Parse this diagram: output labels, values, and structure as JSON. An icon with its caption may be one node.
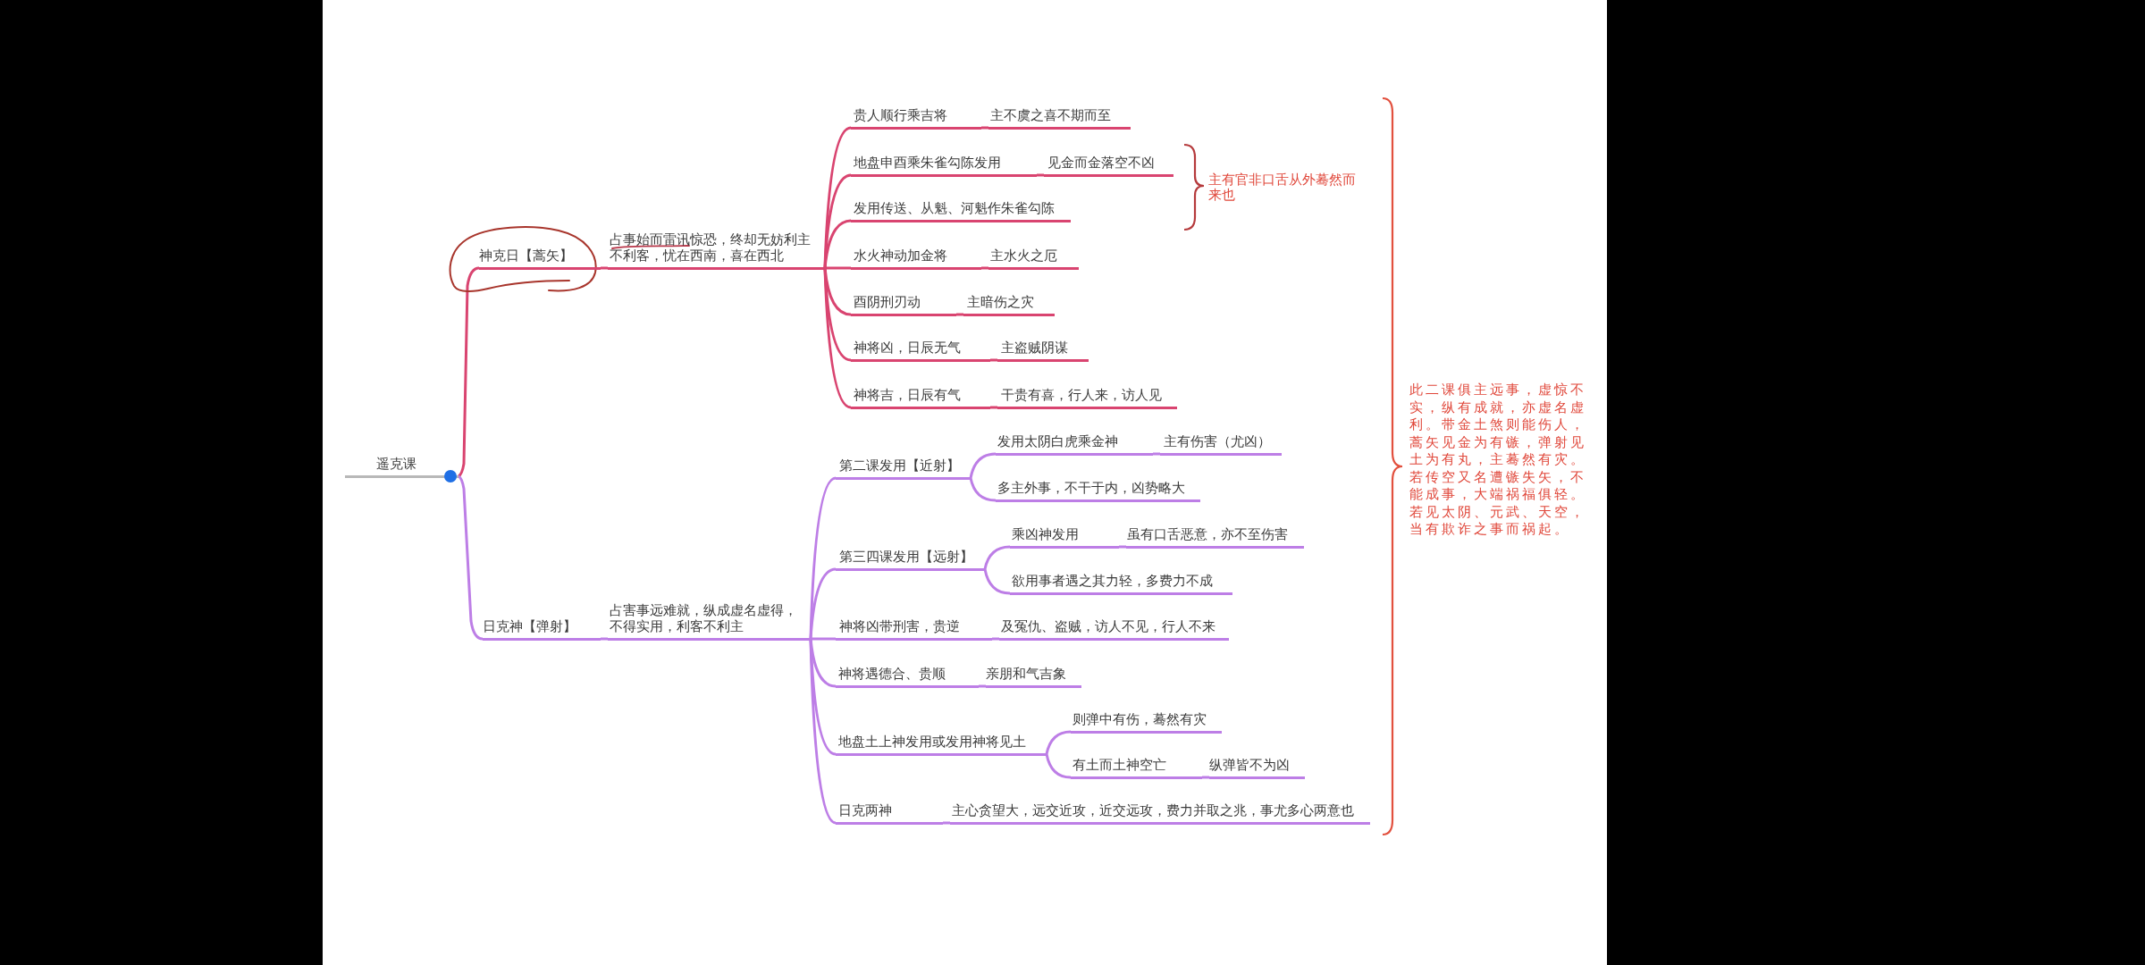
{
  "diagram": {
    "nodes": [
      {
        "text": [
          "遥克课"
        ]
      },
      {
        "text": [
          "神克日【蒿矢】"
        ]
      },
      {
        "text": [
          "占事始而雷讯惊恐，终却无妨利主不利客，忧在西南，喜在西北"
        ]
      },
      {
        "text": [
          "贵人顺行乘吉将"
        ]
      },
      {
        "text": [
          "主不虞之喜不期而至"
        ]
      },
      {
        "text": [
          "地盘申酉乘朱雀勾陈发用"
        ]
      },
      {
        "text": [
          "见金而金落空不凶"
        ]
      },
      {
        "text": [
          "发用传送、从魁、河魁作朱雀勾陈"
        ]
      },
      {
        "text": [
          "水火神动加金将"
        ]
      },
      {
        "text": [
          "主水火之厄"
        ]
      },
      {
        "text": [
          "酉阴刑刃动"
        ]
      },
      {
        "text": [
          "主暗伤之灾"
        ]
      },
      {
        "text": [
          "神将凶，日辰无气"
        ]
      },
      {
        "text": [
          "主盗贼阴谋"
        ]
      },
      {
        "text": [
          "神将吉，日辰有气"
        ]
      },
      {
        "text": [
          "干贵有喜，行人来，访人见"
        ]
      },
      {
        "text": [
          "日克神【弹射】"
        ]
      },
      {
        "text": [
          "占害事远难就，纵成虚名虚得，不得实用，利客不利主"
        ]
      },
      {
        "text": [
          "第二课发用【近射】"
        ]
      },
      {
        "text": [
          "发用太阴白虎乘金神"
        ]
      },
      {
        "text": [
          "主有伤害（尤凶）"
        ]
      },
      {
        "text": [
          "多主外事，不干于内，凶势略大"
        ]
      },
      {
        "text": [
          "第三四课发用【远射】"
        ]
      },
      {
        "text": [
          "乘凶神发用"
        ]
      },
      {
        "text": [
          "虽有口舌恶意，亦不至伤害"
        ]
      },
      {
        "text": [
          "欲用事者遇之其力轻，多费力不成"
        ]
      },
      {
        "text": [
          "神将凶带刑害，贵逆"
        ]
      },
      {
        "text": [
          "及冤仇、盗贼，访人不见，行人不来"
        ]
      },
      {
        "text": [
          "神将遇德合、贵顺"
        ]
      },
      {
        "text": [
          "亲朋和气吉象"
        ]
      },
      {
        "text": [
          "地盘土上神发用或发用神将见土"
        ]
      },
      {
        "text": [
          "则弹中有伤，蓦然有灾"
        ]
      },
      {
        "text": [
          "有土而土神空亡"
        ]
      },
      {
        "text": [
          "纵弹皆不为凶"
        ]
      },
      {
        "text": [
          "日克两神"
        ]
      },
      {
        "text": [
          "主心贪望大，远交近攻，近交远攻，费力并取之兆，事尤多心两意也"
        ]
      }
    ],
    "edges": [
      {
        "from": 0,
        "to": 1,
        "arrow": "none",
        "color": "#d94470"
      },
      {
        "from": 1,
        "to": 2,
        "arrow": "none",
        "color": "#d94470"
      },
      {
        "from": 2,
        "to": 3,
        "arrow": "none",
        "color": "#d94470"
      },
      {
        "from": 2,
        "to": 5,
        "arrow": "none",
        "color": "#d94470"
      },
      {
        "from": 2,
        "to": 7,
        "arrow": "none",
        "color": "#d94470"
      },
      {
        "from": 2,
        "to": 8,
        "arrow": "none",
        "color": "#d94470"
      },
      {
        "from": 2,
        "to": 10,
        "arrow": "none",
        "color": "#d94470"
      },
      {
        "from": 2,
        "to": 12,
        "arrow": "none",
        "color": "#d94470"
      },
      {
        "from": 2,
        "to": 14,
        "arrow": "none",
        "color": "#d94470"
      },
      {
        "from": 3,
        "to": 4,
        "arrow": "none",
        "color": "#d94470"
      },
      {
        "from": 5,
        "to": 6,
        "arrow": "none",
        "color": "#d94470"
      },
      {
        "from": 8,
        "to": 9,
        "arrow": "none",
        "color": "#d94470"
      },
      {
        "from": 10,
        "to": 11,
        "arrow": "none",
        "color": "#d94470"
      },
      {
        "from": 12,
        "to": 13,
        "arrow": "none",
        "color": "#d94470"
      },
      {
        "from": 14,
        "to": 15,
        "arrow": "none",
        "color": "#d94470"
      },
      {
        "from": 0,
        "to": 16,
        "arrow": "none"
      },
      {
        "from": 16,
        "to": 17,
        "arrow": "none"
      },
      {
        "from": 17,
        "to": 18,
        "arrow": "none"
      },
      {
        "from": 17,
        "to": 22,
        "arrow": "none"
      },
      {
        "from": 17,
        "to": 26,
        "arrow": "none"
      },
      {
        "from": 17,
        "to": 28,
        "arrow": "none"
      },
      {
        "from": 17,
        "to": 30,
        "arrow": "none"
      },
      {
        "from": 17,
        "to": 34,
        "arrow": "none"
      },
      {
        "from": 18,
        "to": 19,
        "arrow": "none"
      },
      {
        "from": 18,
        "to": 21,
        "arrow": "none"
      },
      {
        "from": 19,
        "to": 20,
        "arrow": "none"
      },
      {
        "from": 22,
        "to": 23,
        "arrow": "none"
      },
      {
        "from": 22,
        "to": 25,
        "arrow": "none"
      },
      {
        "from": 23,
        "to": 24,
        "arrow": "none"
      },
      {
        "from": 26,
        "to": 27,
        "arrow": "none"
      },
      {
        "from": 28,
        "to": 29,
        "arrow": "none"
      },
      {
        "from": 30,
        "to": 31,
        "arrow": "none"
      },
      {
        "from": 30,
        "to": 32,
        "arrow": "none"
      },
      {
        "from": 32,
        "to": 33,
        "arrow": "none"
      },
      {
        "from": 34,
        "to": 35,
        "arrow": "none"
      }
    ],
    "labels": [
      "主有官非口舌从外蓦然而来也",
      "此二课俱主远事，虚惊不实，纵有成就，亦虚名虚利。带金土煞则能伤人，蒿矢见金为有镞，弹射见土为有丸，主蓦然有灾。若传空又名遭镞失矢，不能成事，大端祸福俱轻。若见太阴、元武、天空，当有欺诈之事而祸起。"
    ]
  }
}
